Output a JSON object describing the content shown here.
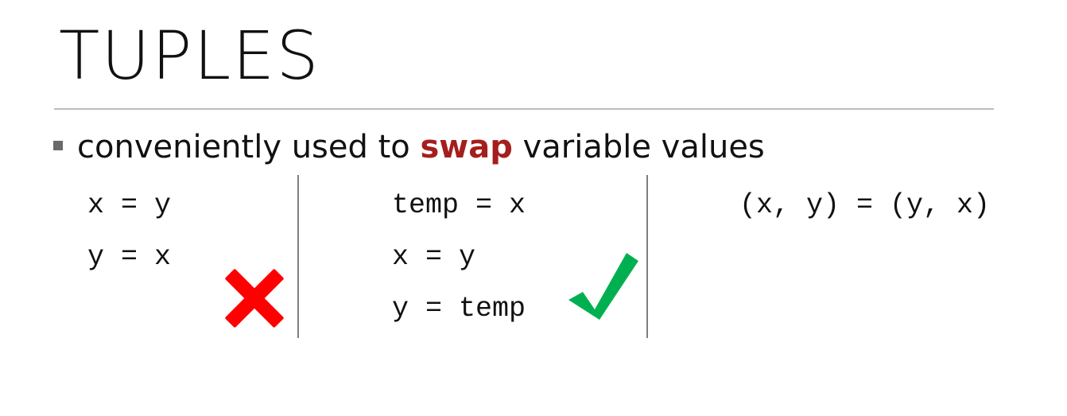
{
  "slide": {
    "title": "TUPLES",
    "bullet": {
      "prefix": "conveniently used to ",
      "emphasis": "swap",
      "suffix": " variable values"
    },
    "columns": [
      {
        "lines": [
          "x = y",
          "y = x"
        ],
        "icon": "red-x-icon",
        "icon_color": "#ff0000"
      },
      {
        "lines": [
          "temp = x",
          "x = y",
          "y = temp"
        ],
        "icon": "green-check-icon",
        "icon_color": "#00b050"
      },
      {
        "lines": [
          "(x, y) = (y, x)"
        ]
      }
    ]
  }
}
